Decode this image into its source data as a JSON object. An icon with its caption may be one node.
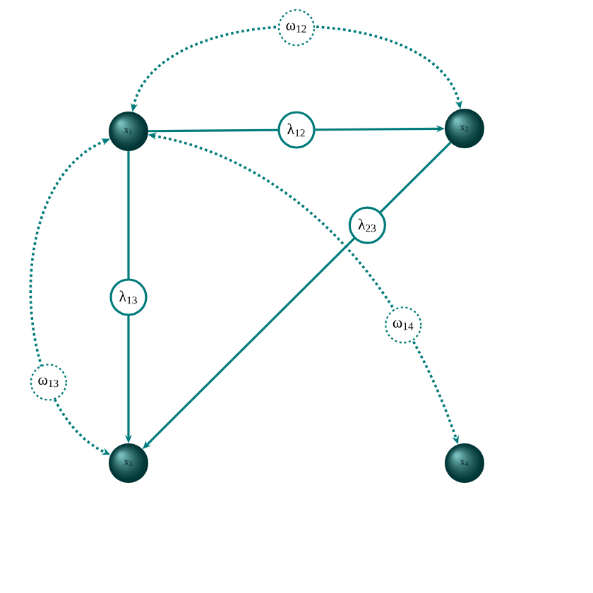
{
  "diagram": {
    "nodes": [
      {
        "text": [
          "x$_{1}$"
        ]
      },
      {
        "text": [
          "x$_{2}$"
        ]
      },
      {
        "text": [
          "x$_{3}$"
        ]
      },
      {
        "text": [
          "x$_{4}$"
        ]
      }
    ],
    "edges": [
      {
        "from": 0,
        "to": 1,
        "arrow": "to",
        "label": "λ$_{12}$"
      },
      {
        "from": 0,
        "to": 2,
        "arrow": "to",
        "label": "λ$_{13}$"
      },
      {
        "from": 1,
        "to": 2,
        "arrow": "to",
        "label": "λ$_{23}$"
      },
      {
        "from": 0,
        "to": 1,
        "arrow": "both",
        "label": "ω$_{12}$",
        "style": "dashed"
      },
      {
        "from": 0,
        "to": 2,
        "arrow": "both",
        "label": "ω$_{13}$",
        "style": "dashed"
      },
      {
        "from": 0,
        "to": 3,
        "arrow": "both",
        "label": "ω$_{14}$",
        "style": "dashed"
      }
    ]
  }
}
